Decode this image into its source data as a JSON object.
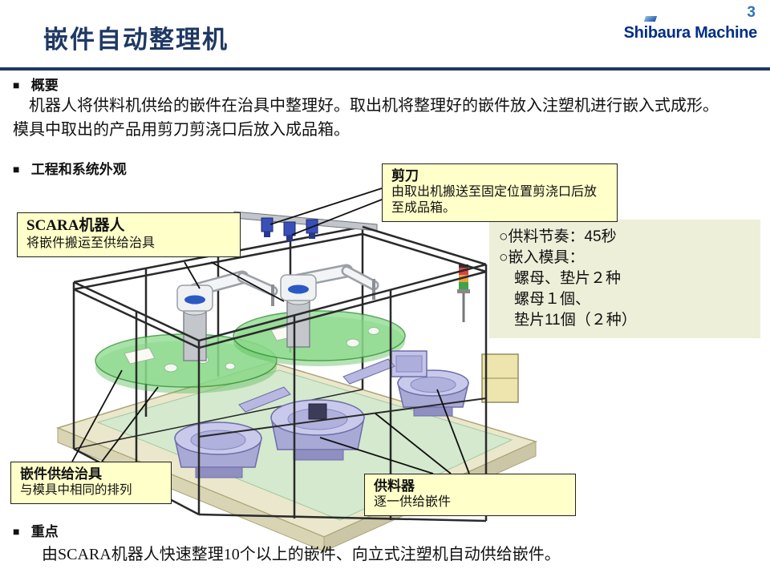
{
  "page": {
    "number": "3",
    "logo": "Shibaura Machine",
    "title": "嵌件自动整理机"
  },
  "overview": {
    "bullet": "■",
    "heading": "概要",
    "lines": [
      "　机器人将供料机供给的嵌件在治具中整理好。取出机将整理好的嵌件放入注塑机进行嵌入式成形。",
      "模具中取出的产品用剪刀剪浇口后放入成品箱。"
    ]
  },
  "appearance": {
    "bullet": "■",
    "heading": "工程和系统外观"
  },
  "callouts": {
    "scissors": {
      "title": "剪刀",
      "body": "由取出机搬送至固定位置剪浇口后放至成品箱。"
    },
    "scara": {
      "title": "SCARA机器人",
      "body": "将嵌件搬运至供给治具"
    },
    "jig": {
      "title": "嵌件供给治具",
      "body": "与模具中相同的排列"
    },
    "feeder": {
      "title": "供料器",
      "body": "逐一供给嵌件"
    }
  },
  "spec_box": {
    "lines": [
      "○供料节奏：45秒",
      "○嵌入模具：",
      "　螺母、垫片２种",
      "　螺母１個、",
      "　垫片11個（２种）"
    ]
  },
  "keypoint": {
    "bullet": "■",
    "heading": "重点",
    "body": "由SCARA机器人快速整理10个以上的嵌件、向立式注塑机自动供给嵌件。"
  },
  "colors": {
    "navy": "#1F3864",
    "blue": "#2E74B5",
    "logo_navy": "#002F87",
    "callout_bg": "#FFFFC9",
    "spec_bg": "#EDEFD9",
    "table_green": "#8FDC8F",
    "feeder_lavender": "#C9C9EC"
  }
}
